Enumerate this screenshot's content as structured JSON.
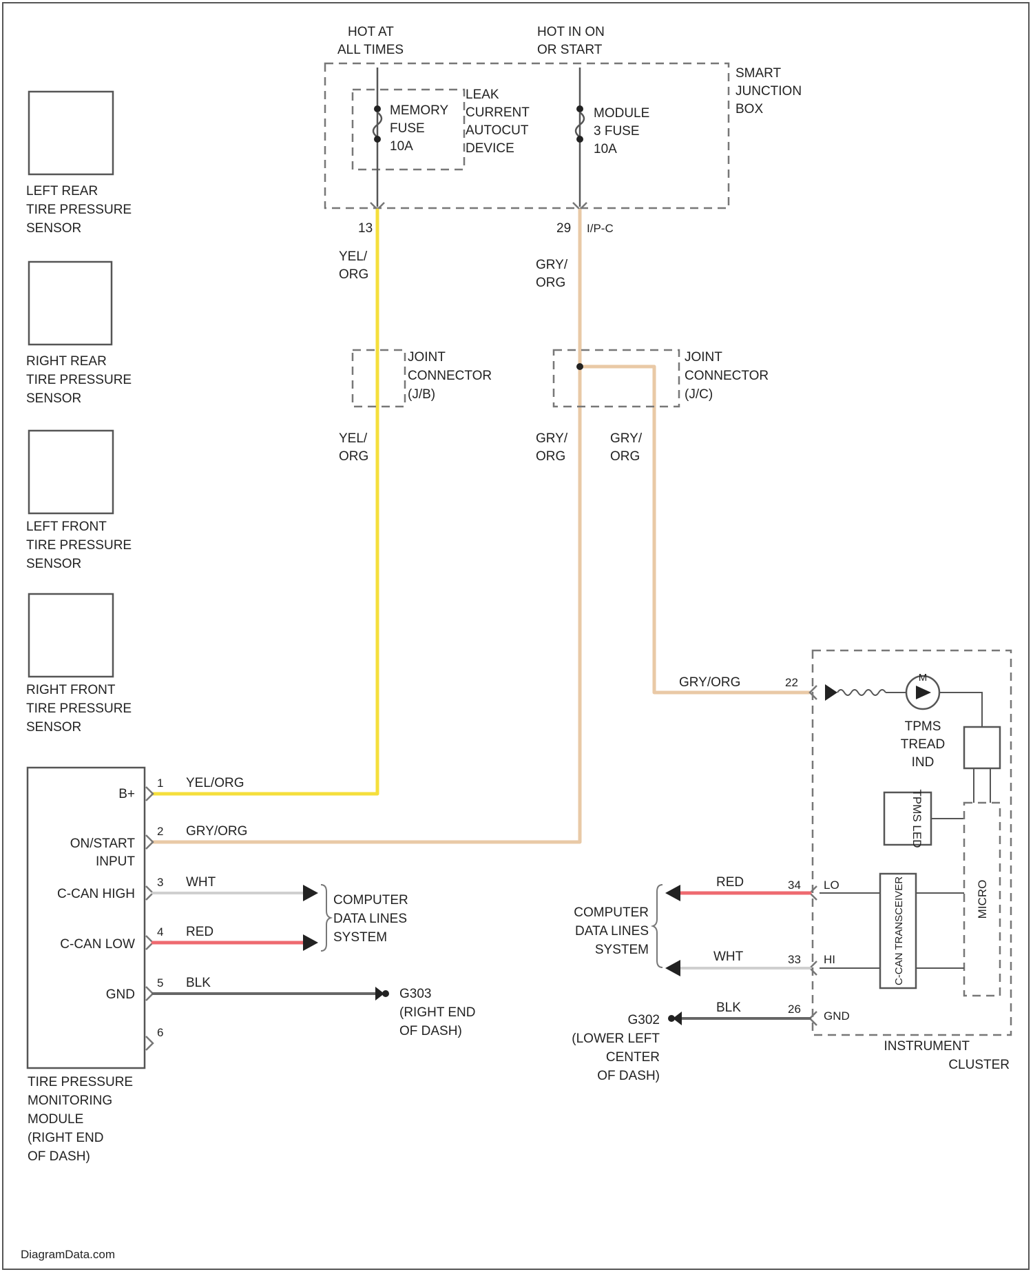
{
  "colors": {
    "yel_org": "#f5df3c",
    "gry_org": "#e9c9a6",
    "red": "#ee6a70",
    "wht": "#cfcfcf",
    "blk": "#666666",
    "frame": "#555555"
  },
  "sensors": [
    {
      "line1": "LEFT REAR",
      "line2": "TIRE PRESSURE",
      "line3": "SENSOR"
    },
    {
      "line1": "RIGHT REAR",
      "line2": "TIRE PRESSURE",
      "line3": "SENSOR"
    },
    {
      "line1": "LEFT FRONT",
      "line2": "TIRE PRESSURE",
      "line3": "SENSOR"
    },
    {
      "line1": "RIGHT FRONT",
      "line2": "TIRE PRESSURE",
      "line3": "SENSOR"
    }
  ],
  "junction_box": {
    "hot1_line1": "HOT AT",
    "hot1_line2": "ALL TIMES",
    "hot2_line1": "HOT IN ON",
    "hot2_line2": "OR START",
    "name_line1": "SMART",
    "name_line2": "JUNCTION",
    "name_line3": "BOX",
    "fuse1_line1": "MEMORY",
    "fuse1_line2": "FUSE",
    "fuse1_line3": "10A",
    "device_line1": "LEAK",
    "device_line2": "CURRENT",
    "device_line3": "AUTOCUT",
    "device_line4": "DEVICE",
    "fuse2_line1": "MODULE",
    "fuse2_line2": "3 FUSE",
    "fuse2_line3": "10A",
    "pin_left": "13",
    "pin_right": "29",
    "pin_right_conn": "I/P-C"
  },
  "wires": {
    "yel_org_line1": "YEL/",
    "yel_org_line2": "ORG",
    "gry_org_line1": "GRY/",
    "gry_org_line2": "ORG",
    "gry_org_full": "GRY/ORG",
    "yel_org_full": "YEL/ORG",
    "wht": "WHT",
    "red": "RED",
    "blk": "BLK"
  },
  "joint_connectors": [
    {
      "line1": "JOINT",
      "line2": "CONNECTOR",
      "line3": "(J/B)"
    },
    {
      "line1": "JOINT",
      "line2": "CONNECTOR",
      "line3": "(J/C)"
    }
  ],
  "module": {
    "pins": [
      {
        "num": "1",
        "label": "B+",
        "wire": "YEL/ORG"
      },
      {
        "num": "2",
        "label1": "ON/START",
        "label2": "INPUT",
        "wire": "GRY/ORG"
      },
      {
        "num": "3",
        "label": "C-CAN HIGH",
        "wire": "WHT"
      },
      {
        "num": "4",
        "label": "C-CAN LOW",
        "wire": "RED"
      },
      {
        "num": "5",
        "label": "GND",
        "wire": "BLK"
      },
      {
        "num": "6"
      }
    ],
    "name_line1": "TIRE PRESSURE",
    "name_line2": "MONITORING",
    "name_line3": "MODULE",
    "name_line4": "(RIGHT END",
    "name_line5": "OF DASH)"
  },
  "left_data_lines": {
    "line1": "COMPUTER",
    "line2": "DATA LINES",
    "line3": "SYSTEM"
  },
  "ground_left": {
    "line1": "G303",
    "line2": "(RIGHT END",
    "line3": "OF DASH)"
  },
  "cluster": {
    "pin_tpms": "22",
    "pin_lo": "34",
    "lo_label": "LO",
    "pin_hi": "33",
    "hi_label": "HI",
    "pin_gnd": "26",
    "gnd_label": "GND",
    "tpms_line1": "TPMS",
    "tpms_line2": "TREAD",
    "tpms_line3": "IND",
    "lamp_symbol": "M",
    "led_label": "TPMS LED",
    "transceiver_label": "C-CAN TRANSCEIVER",
    "micro_label": "MICRO",
    "name_line1": "INSTRUMENT",
    "name_line2": "CLUSTER"
  },
  "right_data_lines": {
    "line1": "COMPUTER",
    "line2": "DATA LINES",
    "line3": "SYSTEM"
  },
  "ground_right": {
    "line1": "G302",
    "line2": "(LOWER LEFT",
    "line3": "CENTER",
    "line4": "OF DASH)"
  },
  "footer": "DiagramData.com"
}
